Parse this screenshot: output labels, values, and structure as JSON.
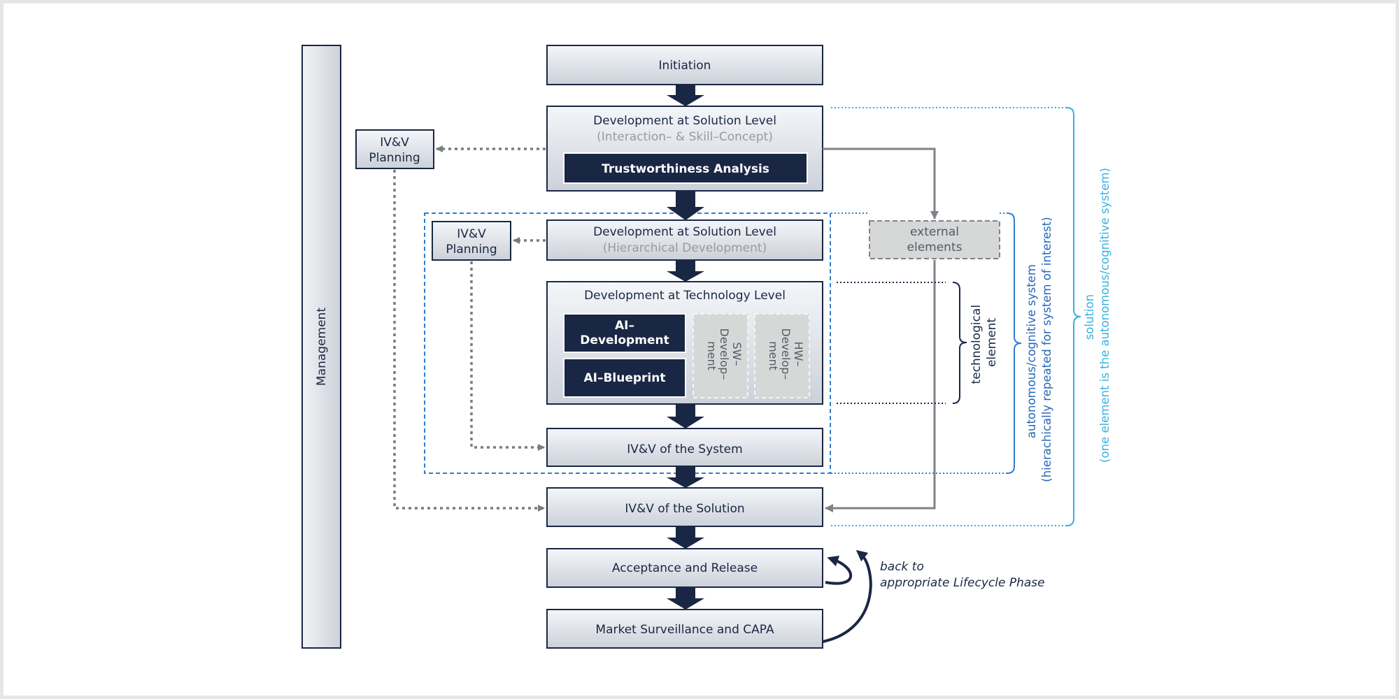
{
  "side_bar": {
    "label": "Management"
  },
  "phases": {
    "initiation": "Initiation",
    "solution_dev_title": "Development at Solution Level",
    "solution_dev_sub": "(Interaction– & Skill–Concept)",
    "trustworthiness": "Trustworthiness Analysis",
    "hier_dev_title": "Development at Solution Level",
    "hier_dev_sub": "(Hierarchical Development)",
    "tech_dev_title": "Development at Technology Level",
    "ai_dev_line1": "AI–",
    "ai_dev_line2": "Development",
    "ai_blueprint": "AI–Blueprint",
    "sw_dev_line1": "SW–",
    "sw_dev_line2": "Develop–",
    "sw_dev_line3": "ment",
    "hw_dev_line1": "HW–",
    "hw_dev_line2": "Develop–",
    "hw_dev_line3": "ment",
    "ivv_system": "IV&V of the System",
    "ivv_solution": "IV&V of the Solution",
    "acceptance": "Acceptance and Release",
    "market": "Market Surveillance and CAPA"
  },
  "planning": {
    "outer_line1": "IV&V",
    "outer_line2": "Planning",
    "inner_line1": "IV&V",
    "inner_line2": "Planning"
  },
  "external": {
    "line1": "external",
    "line2": "elements"
  },
  "annotations": {
    "technological_line1": "technological",
    "technological_line2": "element",
    "autonomous_line1": "autonomous/cognitive system",
    "autonomous_line2": "(hierachically repeated for system of interest)",
    "solution_line1": "solution",
    "solution_line2": "(one element is the autonomous/cognitive system)",
    "back_line1": "back to",
    "back_line2": "appropriate Lifecycle Phase"
  },
  "colors": {
    "navy": "#1a2744",
    "box_fill_top": "#f4f6f9",
    "box_fill_bottom": "#cfd4db",
    "dotted_gray": "#7a7d77",
    "connector_gray": "#7f8288",
    "dashed_blue": "#2f7fcf",
    "cyan": "#36b1e3"
  }
}
